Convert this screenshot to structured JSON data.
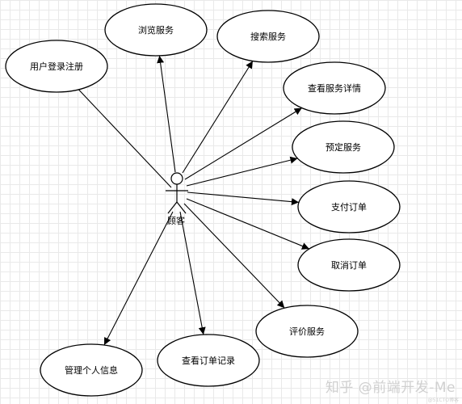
{
  "actor": {
    "label": "顾客"
  },
  "use_cases": [
    {
      "id": "register",
      "label": "用户登录注册"
    },
    {
      "id": "browse",
      "label": "浏览服务"
    },
    {
      "id": "search",
      "label": "搜索服务"
    },
    {
      "id": "detail",
      "label": "查看服务详情"
    },
    {
      "id": "book",
      "label": "预定服务"
    },
    {
      "id": "pay",
      "label": "支付订单"
    },
    {
      "id": "cancel",
      "label": "取消订单"
    },
    {
      "id": "review",
      "label": "评价服务"
    },
    {
      "id": "orders",
      "label": "查看订单记录"
    },
    {
      "id": "profile",
      "label": "管理个人信息"
    }
  ],
  "edges": [
    {
      "to": "register",
      "arrow": false
    },
    {
      "to": "browse",
      "arrow": true
    },
    {
      "to": "search",
      "arrow": true
    },
    {
      "to": "detail",
      "arrow": true
    },
    {
      "to": "book",
      "arrow": true
    },
    {
      "to": "pay",
      "arrow": true
    },
    {
      "to": "cancel",
      "arrow": true
    },
    {
      "to": "review",
      "arrow": true
    },
    {
      "to": "orders",
      "arrow": true
    },
    {
      "to": "profile",
      "arrow": true
    }
  ],
  "watermark": {
    "text": "知乎 @前端开发-Me",
    "sub": "@51CTO博客"
  }
}
